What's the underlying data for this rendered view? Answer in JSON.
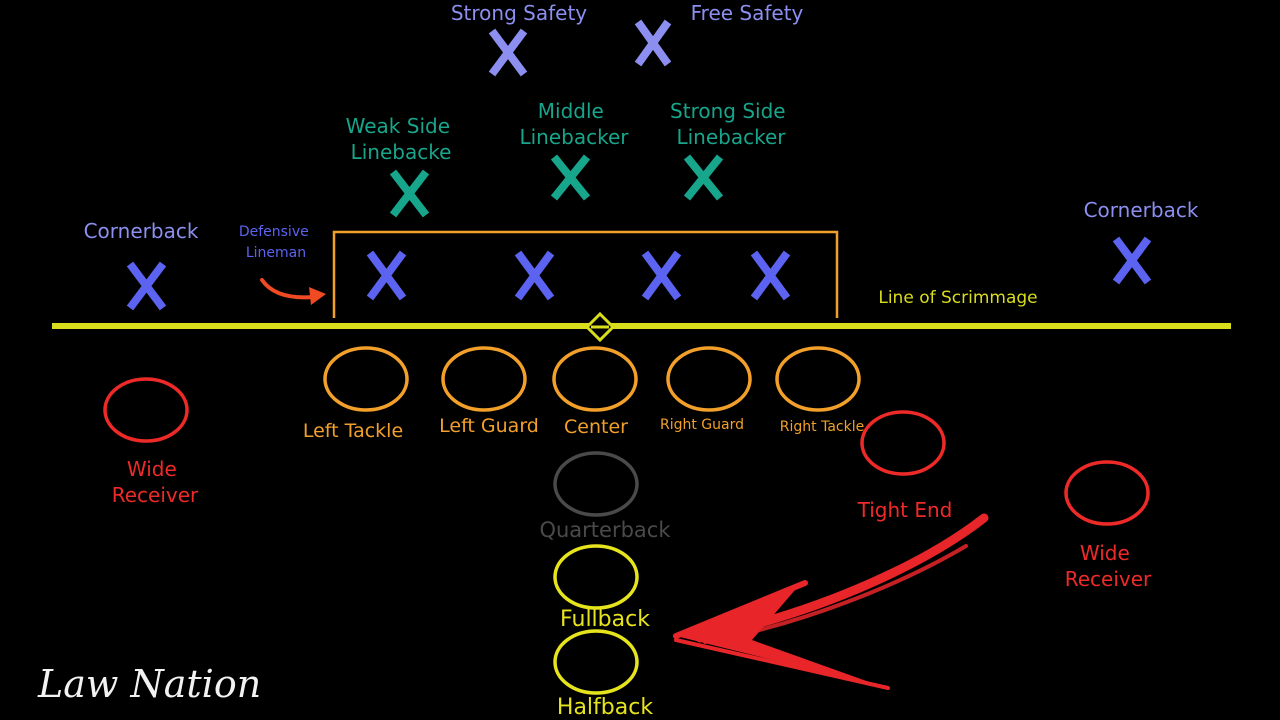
{
  "brand": "Law Nation",
  "line_of_scrimmage": "Line of Scrimmage",
  "defense": {
    "safeties": [
      {
        "label": "Strong Safety"
      },
      {
        "label": "Free Safety"
      }
    ],
    "linebackers": [
      {
        "label_lines": [
          "Weak Side",
          "Linebacke"
        ]
      },
      {
        "label_lines": [
          "Middle",
          "Linebacker"
        ]
      },
      {
        "label_lines": [
          "Strong Side",
          "Linebacker"
        ]
      }
    ],
    "cornerbacks": [
      {
        "label": "Cornerback"
      },
      {
        "label": "Cornerback"
      }
    ],
    "defensive_lineman_label_lines": [
      "Defensive",
      "Lineman"
    ],
    "defensive_linemen_count": 4
  },
  "offense": {
    "line": [
      {
        "label": "Left Tackle"
      },
      {
        "label": "Left Guard"
      },
      {
        "label": "Center"
      },
      {
        "label": "Right Guard"
      },
      {
        "label": "Right Tackle"
      }
    ],
    "tight_end": "Tight End",
    "wide_receivers": [
      {
        "label_lines": [
          "Wide",
          "Receiver"
        ]
      },
      {
        "label_lines": [
          "Wide",
          "Receiver"
        ]
      }
    ],
    "quarterback": "Quarterback",
    "fullback": "Fullback",
    "halfback": "Halfback"
  },
  "colors": {
    "background": "#000000",
    "safety_cornerback": "#8c8ff0",
    "linebacker": "#17a58b",
    "defensive_line": "#5b63f0",
    "offensive_line": "#f2a02a",
    "line_of_scrimmage": "#d8dd1c",
    "receivers": "#ee2a28",
    "quarterback": "#4a4a4a",
    "backs": "#e6e41c",
    "arrow": "#e8262a",
    "brand": "#f2f2f2"
  },
  "icons": {
    "defender": "x-mark",
    "offense_player": "circle",
    "pointer_small": "curved-arrow",
    "pointer_large": "brush-arrow"
  }
}
